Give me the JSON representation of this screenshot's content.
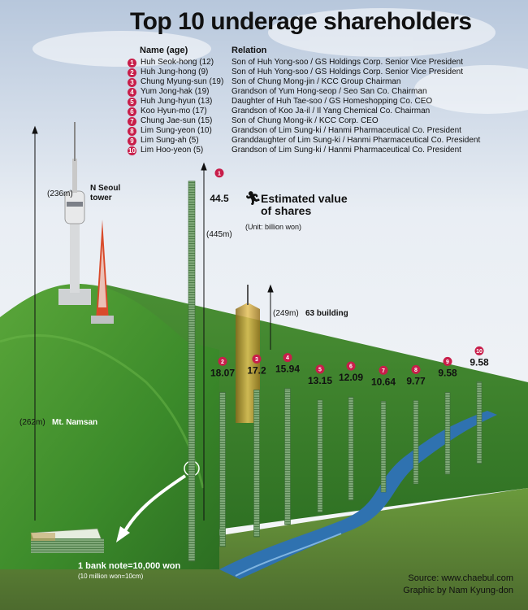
{
  "title": "Top 10 underage shareholders",
  "table": {
    "col_name": "Name (age)",
    "col_relation": "Relation",
    "rows": [
      {
        "rank": "1",
        "name": "Huh Seok-hong (12)",
        "relation": "Son of Huh Yong-soo / GS Holdings Corp. Senior Vice President"
      },
      {
        "rank": "2",
        "name": "Huh Jung-hong (9)",
        "relation": "Son of Huh Yong-soo / GS Holdings Corp. Senior Vice President"
      },
      {
        "rank": "3",
        "name": "Chung Myung-sun (19)",
        "relation": "Son of Chung Mong-jin / KCC Group Chairman"
      },
      {
        "rank": "4",
        "name": "Yum Jong-hak (19)",
        "relation": "Grandson of Yum Hong-seop / Seo San Co. Chairman"
      },
      {
        "rank": "5",
        "name": "Huh Jung-hyun (13)",
        "relation": "Daughter of Huh Tae-soo / GS Homeshopping Co. CEO"
      },
      {
        "rank": "6",
        "name": "Koo Hyun-mo (17)",
        "relation": "Grandson of Koo Ja-il / Il Yang Chemical Co. Chairman"
      },
      {
        "rank": "7",
        "name": "Chung Jae-sun (15)",
        "relation": "Son of Chung Mong-ik / KCC Corp. CEO"
      },
      {
        "rank": "8",
        "name": "Lim Sung-yeon (10)",
        "relation": "Grandson of Lim Sung-ki / Hanmi Pharmaceutical Co. President"
      },
      {
        "rank": "9",
        "name": "Lim Sung-ah (5)",
        "relation": "Granddaughter of Lim Sung-ki / Hanmi Pharmaceutical Co. President"
      },
      {
        "rank": "10",
        "name": "Lim Hoo-yeon (5)",
        "relation": "Grandson of Lim Sung-ki / Hanmi Pharmaceutical Co. President"
      }
    ]
  },
  "chart_data": {
    "type": "bar",
    "title": "Estimated value of shares",
    "unit": "(Unit: billion won)",
    "categories": [
      "1",
      "2",
      "3",
      "4",
      "5",
      "6",
      "7",
      "8",
      "9",
      "10"
    ],
    "values": [
      44.5,
      18.07,
      17.2,
      15.94,
      13.15,
      12.09,
      10.64,
      9.77,
      9.58,
      9.58
    ],
    "value_labels": [
      "44.5",
      "18.07",
      "17.2",
      "15.94",
      "13.15",
      "12.09",
      "10.64",
      "9.77",
      "9.58",
      "9.58"
    ]
  },
  "landmarks": {
    "tower_height": "(236m)",
    "tower_name": "N Seoul tower",
    "bar1_height": "(445m)",
    "building_height": "(249m)",
    "building_name": "63 building",
    "mountain_height": "(262m)",
    "mountain_name": "Mt. Namsan"
  },
  "banknote": {
    "label": "1 bank note=10,000 won",
    "sub": "(10 million won=10cm)"
  },
  "source": "Source: www.chaebul.com",
  "credit": "Graphic by Nam Kyung-don",
  "colors": {
    "badge": "#c81e4a",
    "grass": "#3f8a2a",
    "river": "#2f72b0",
    "bar": "#6e9a68"
  }
}
